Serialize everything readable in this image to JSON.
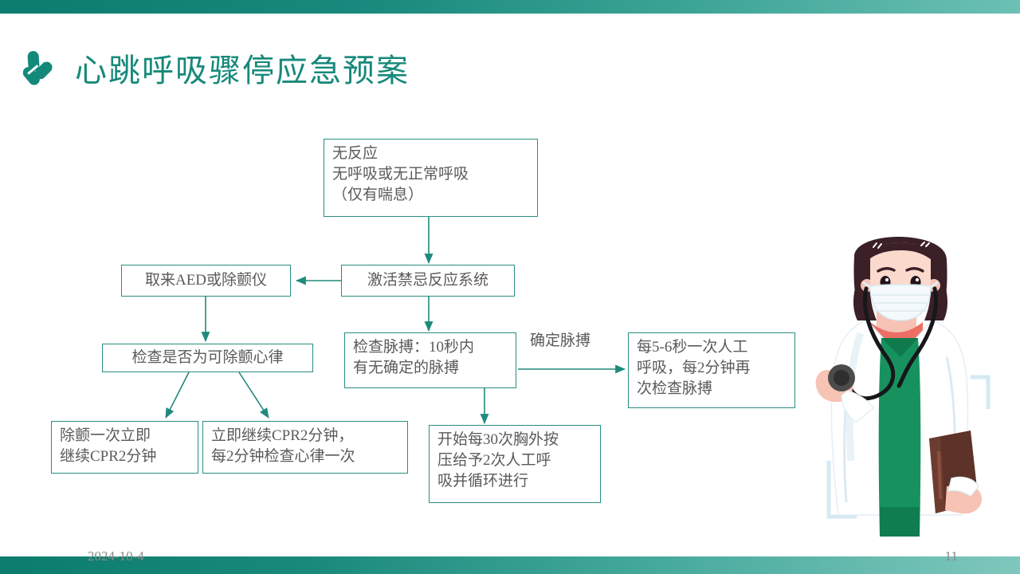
{
  "slide": {
    "title": "心跳呼吸骤停应急预案",
    "logo_icon": "pill-capsule-logo-icon",
    "date": "2024-10-4",
    "page_number": "11",
    "colors": {
      "brand_teal": "#16897a",
      "bar_dark": "#0b7c6d",
      "bar_light": "#7fc7bc",
      "node_border": "#2a8d80",
      "node_text": "#5a5a5a",
      "arrow": "#1f8a7c"
    }
  },
  "flowchart": {
    "nodes": [
      {
        "id": "no-response",
        "text": "无反应\n无呼吸或无正常呼吸\n（仅有喘息）"
      },
      {
        "id": "activate-system",
        "text": "激活禁忌反应系统"
      },
      {
        "id": "get-aed",
        "text": "取来AED或除颤仪"
      },
      {
        "id": "check-rhythm",
        "text": "检查是否为可除颤心律"
      },
      {
        "id": "check-pulse",
        "text": "检查脉搏：10秒内\n有无确定的脉搏"
      },
      {
        "id": "rescue-breath",
        "text": "每5-6秒一次人工\n呼吸，每2分钟再\n次检查脉搏"
      },
      {
        "id": "defib-once",
        "text": "除颤一次立即\n继续CPR2分钟"
      },
      {
        "id": "continue-cpr",
        "text": "立即继续CPR2分钟，\n每2分钟检查心律一次"
      },
      {
        "id": "compressions",
        "text": "开始每30次胸外按\n压给予2次人工呼\n吸并循环进行"
      }
    ],
    "edge_labels": [
      {
        "id": "pulse-confirmed",
        "text": "确定脉搏"
      }
    ]
  },
  "illustration": {
    "name": "female-doctor-with-stethoscope-illustration",
    "hair_color": "#3b2027",
    "coat_color": "#ffffff",
    "scrubs_color": "#0f8a5f",
    "mask_color": "#f2f7fb",
    "skin_color": "#f9cfc2",
    "folder_color": "#5d3229"
  }
}
